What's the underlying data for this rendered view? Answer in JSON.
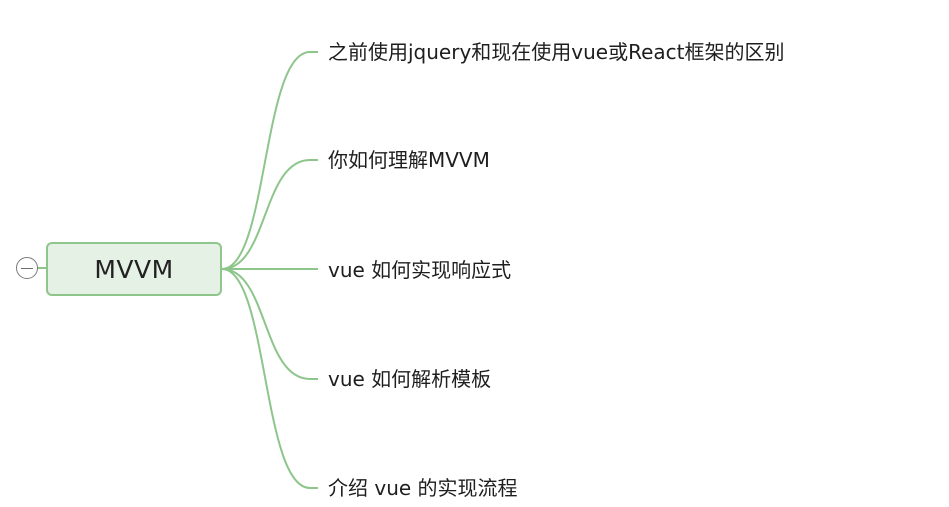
{
  "mindmap": {
    "root": {
      "label": "MVVM"
    },
    "branches": [
      {
        "label": "之前使用jquery和现在使用vue或React框架的区别"
      },
      {
        "label": "你如何理解MVVM"
      },
      {
        "label": "vue 如何实现响应式"
      },
      {
        "label": "vue 如何解析模板"
      },
      {
        "label": "介绍 vue 的实现流程"
      }
    ],
    "colors": {
      "connector": "#8dc58b",
      "root_fill": "#e6f1e6",
      "root_border": "#8dc58b"
    }
  }
}
